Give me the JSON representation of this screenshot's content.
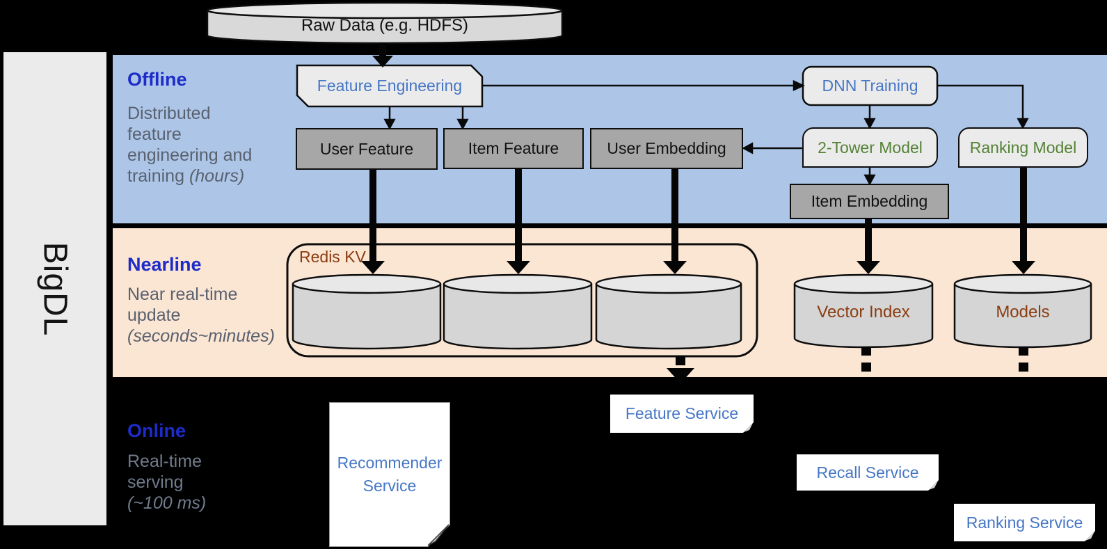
{
  "sidebar": {
    "label": "BigDL"
  },
  "raw_data": {
    "label": "Raw Data (e.g. HDFS)"
  },
  "sections": {
    "offline": {
      "title": "Offline",
      "desc": "Distributed\nfeature\nengineering and\ntraining ",
      "desc_italic": "(hours)"
    },
    "nearline": {
      "title": "Nearline",
      "desc": "Near real-time\nupdate\n",
      "desc_italic": "(seconds~minutes)"
    },
    "online": {
      "title": "Online",
      "desc": "Real-time\nserving\n",
      "desc_italic": "(~100 ms)"
    }
  },
  "offline_boxes": {
    "feature_engineering": "Feature Engineering",
    "dnn_training": "DNN Training",
    "user_feature": "User Feature",
    "item_feature": "Item Feature",
    "user_embedding": "User Embedding",
    "two_tower_model": "2-Tower Model",
    "ranking_model": "Ranking Model",
    "item_embedding": "Item Embedding"
  },
  "nearline_items": {
    "redis_kv": "Redis KV",
    "vector_index": "Vector Index",
    "models": "Models"
  },
  "online_services": {
    "recommender": "Recommender Service",
    "feature": "Feature Service",
    "recall": "Recall Service",
    "ranking": "Ranking Service"
  },
  "colors": {
    "offline_band": "#adc6e8",
    "nearline_band": "#fbe5d3",
    "sidebar_bg": "#ebebeb",
    "blue_text": "#4576c6",
    "green_text": "#548235",
    "brown_text": "#8a3c10",
    "section_title_blue": "#1d2cc9",
    "dark_box": "#a7a7a7",
    "light_box": "#ebebeb"
  }
}
